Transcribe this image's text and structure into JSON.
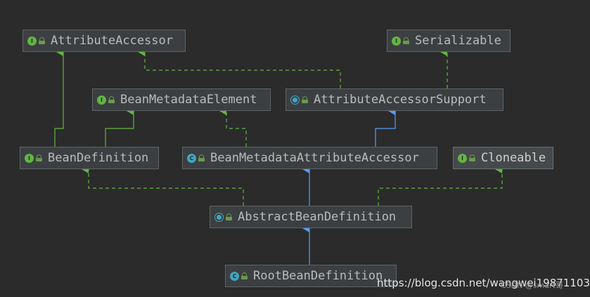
{
  "nodes": {
    "attribute_accessor": {
      "label": "AttributeAccessor",
      "kind": "interface"
    },
    "serializable": {
      "label": "Serializable",
      "kind": "interface"
    },
    "bean_metadata_element": {
      "label": "BeanMetadataElement",
      "kind": "interface"
    },
    "attribute_accessor_support": {
      "label": "AttributeAccessorSupport",
      "kind": "abstract-class"
    },
    "bean_definition": {
      "label": "BeanDefinition",
      "kind": "interface"
    },
    "bean_metadata_attribute_accessor": {
      "label": "BeanMetadataAttributeAccessor",
      "kind": "class"
    },
    "cloneable": {
      "label": "Cloneable",
      "kind": "interface"
    },
    "abstract_bean_definition": {
      "label": "AbstractBeanDefinition",
      "kind": "abstract-class"
    },
    "root_bean_definition": {
      "label": "RootBeanDefinition",
      "kind": "class"
    }
  },
  "edges": [
    {
      "from": "bean_definition",
      "to": "attribute_accessor",
      "type": "extends-interface"
    },
    {
      "from": "bean_definition",
      "to": "bean_metadata_element",
      "type": "extends-interface"
    },
    {
      "from": "attribute_accessor_support",
      "to": "attribute_accessor",
      "type": "implements"
    },
    {
      "from": "attribute_accessor_support",
      "to": "serializable",
      "type": "implements"
    },
    {
      "from": "bean_metadata_attribute_accessor",
      "to": "bean_metadata_element",
      "type": "implements"
    },
    {
      "from": "bean_metadata_attribute_accessor",
      "to": "attribute_accessor_support",
      "type": "extends"
    },
    {
      "from": "abstract_bean_definition",
      "to": "bean_definition",
      "type": "implements"
    },
    {
      "from": "abstract_bean_definition",
      "to": "bean_metadata_attribute_accessor",
      "type": "extends"
    },
    {
      "from": "abstract_bean_definition",
      "to": "cloneable",
      "type": "implements"
    },
    {
      "from": "root_bean_definition",
      "to": "abstract_bean_definition",
      "type": "extends"
    }
  ],
  "colors": {
    "background": "#2b2b2b",
    "interface_edge": "#62b543",
    "class_edge": "#589df6",
    "interface_badge": "#62b543",
    "class_badge": "#40a5c2"
  },
  "badge_letters": {
    "interface": "I",
    "class": "C"
  },
  "watermark": {
    "url": "https://blog.csdn.net/wangwei19871103",
    "overlay": "CSDN @smart哥"
  }
}
